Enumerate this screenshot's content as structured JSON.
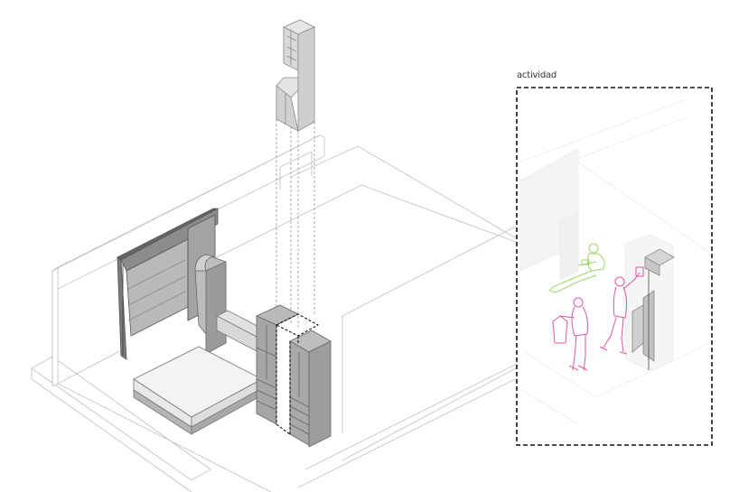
{
  "diagram": {
    "type": "isometric-architectural",
    "main_drawing": {
      "elements": [
        {
          "name": "room-shell",
          "style": "light outline"
        },
        {
          "name": "floor-slab",
          "style": "light outline"
        },
        {
          "name": "back-wall-wardrobe",
          "style": "dark grey, open shelving"
        },
        {
          "name": "rounded-column-cabinet",
          "style": "mid grey"
        },
        {
          "name": "bed",
          "style": "white mattress on grey base"
        },
        {
          "name": "headboard",
          "style": "light grey"
        },
        {
          "name": "tall-storage-cabinets",
          "style": "grey with drawers, dashed sliding module"
        },
        {
          "name": "exploded-cabinet-module",
          "style": "light grey, projected above with dashed lines"
        }
      ]
    },
    "activity_panel": {
      "label": "actividad",
      "border_style": "dashed",
      "figures": [
        {
          "name": "seated-person-reading",
          "color": "#9ed36a"
        },
        {
          "name": "person-holding-garment",
          "color": "#e0579a"
        },
        {
          "name": "person-reaching-shelf",
          "color": "#e0579a"
        }
      ]
    },
    "colors": {
      "outline": "#bdbdbd",
      "dark_panel": "#7a7a7a",
      "mid_panel": "#a9a9a9",
      "light_panel": "#d4d4d4",
      "pale_panel": "#e8e8e8",
      "dashed": "#222222",
      "green_figure": "#9ed36a",
      "pink_figure": "#e0579a"
    }
  }
}
